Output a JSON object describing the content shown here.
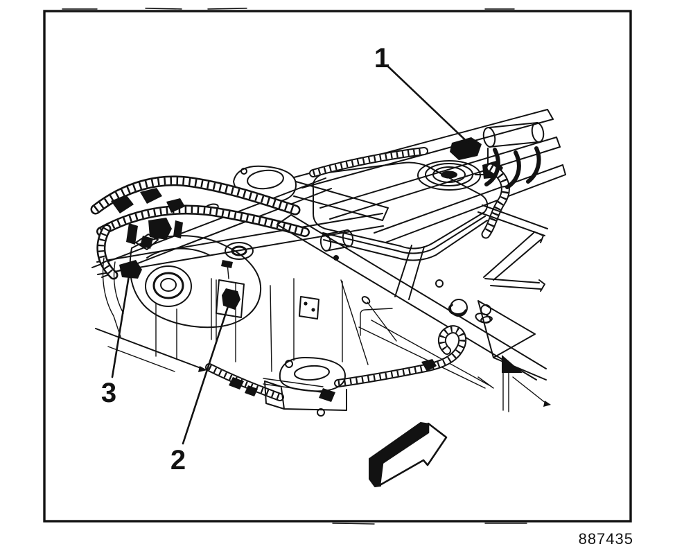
{
  "page": {
    "background": "#ffffff",
    "line_color": "#121212"
  },
  "figure": {
    "kind": "scanned technical line illustration of a vehicle frame front section",
    "callouts": [
      {
        "label": "1"
      },
      {
        "label": "2"
      },
      {
        "label": "3"
      }
    ],
    "figure_number": "887435",
    "arrow_icon": "forward-direction-block-arrow"
  }
}
